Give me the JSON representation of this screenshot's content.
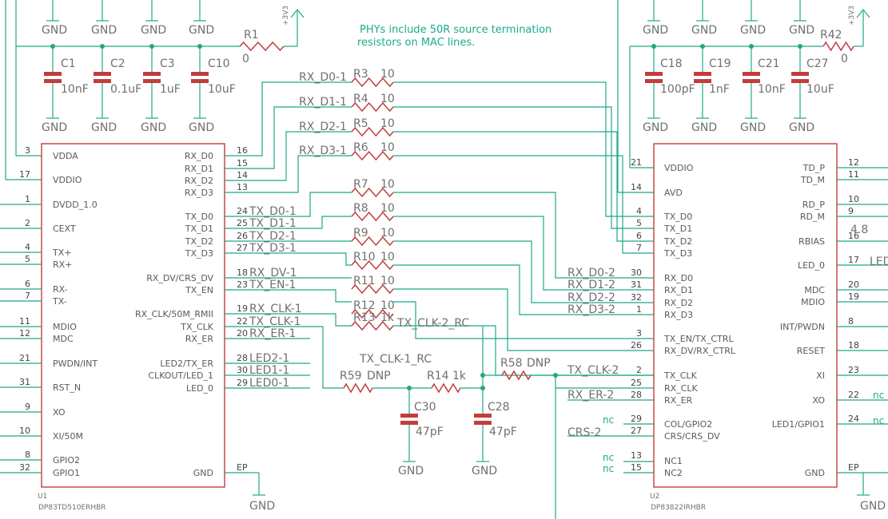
{
  "note": {
    "line1": "PHYs include 50R source termination",
    "line2": "resistors on MAC lines."
  },
  "gnd": "GND",
  "supply": "+3V3",
  "nc": "nc",
  "u1": {
    "ref": "U1",
    "part": "DP83TD510ERHBR",
    "left_pins": [
      {
        "num": "3",
        "name": "VDDA"
      },
      {
        "num": "17",
        "name": "VDDIO"
      },
      {
        "num": "1",
        "name": "DVDD_1.0"
      },
      {
        "num": "2",
        "name": "CEXT"
      },
      {
        "num": "4",
        "name": "TX+"
      },
      {
        "num": "5",
        "name": "RX+"
      },
      {
        "num": "6",
        "name": "RX-"
      },
      {
        "num": "7",
        "name": "TX-"
      },
      {
        "num": "11",
        "name": "MDIO"
      },
      {
        "num": "12",
        "name": "MDC"
      },
      {
        "num": "21",
        "name": "PWDN/INT"
      },
      {
        "num": "31",
        "name": "RST_N"
      },
      {
        "num": "9",
        "name": "XO"
      },
      {
        "num": "10",
        "name": "XI/50M"
      },
      {
        "num": "8",
        "name": "GPIO2"
      },
      {
        "num": "32",
        "name": "GPIO1"
      }
    ],
    "right_pins": [
      {
        "num": "16",
        "name": "RX_D0"
      },
      {
        "num": "15",
        "name": "RX_D1"
      },
      {
        "num": "14",
        "name": "RX_D2"
      },
      {
        "num": "13",
        "name": "RX_D3"
      },
      {
        "num": "24",
        "name": "TX_D0"
      },
      {
        "num": "25",
        "name": "TX_D1"
      },
      {
        "num": "26",
        "name": "TX_D2"
      },
      {
        "num": "27",
        "name": "TX_D3"
      },
      {
        "num": "18",
        "name": "RX_DV/CRS_DV"
      },
      {
        "num": "23",
        "name": "TX_EN"
      },
      {
        "num": "19",
        "name": "RX_CLK/50M_RMII"
      },
      {
        "num": "22",
        "name": "TX_CLK"
      },
      {
        "num": "20",
        "name": "RX_ER"
      },
      {
        "num": "28",
        "name": "LED2/TX_ER"
      },
      {
        "num": "30",
        "name": "CLKOUT/LED_1"
      },
      {
        "num": "29",
        "name": "LED_0"
      },
      {
        "num": "EP",
        "name": "GND"
      }
    ]
  },
  "u2": {
    "ref": "U2",
    "part": "DP83822IRHBR",
    "left_pins": [
      {
        "num": "21",
        "name": "VDDIO"
      },
      {
        "num": "14",
        "name": "AVD"
      },
      {
        "num": "4",
        "name": "TX_D0"
      },
      {
        "num": "5",
        "name": "TX_D1"
      },
      {
        "num": "6",
        "name": "TX_D2"
      },
      {
        "num": "7",
        "name": "TX_D3"
      },
      {
        "num": "30",
        "name": "RX_D0"
      },
      {
        "num": "31",
        "name": "RX_D1"
      },
      {
        "num": "32",
        "name": "RX_D2"
      },
      {
        "num": "1",
        "name": "RX_D3"
      },
      {
        "num": "3",
        "name": "TX_EN/TX_CTRL"
      },
      {
        "num": "26",
        "name": "RX_DV/RX_CTRL"
      },
      {
        "num": "2",
        "name": "TX_CLK"
      },
      {
        "num": "25",
        "name": "RX_CLK"
      },
      {
        "num": "28",
        "name": "RX_ER"
      },
      {
        "num": "29",
        "name": "COL/GPIO2"
      },
      {
        "num": "27",
        "name": "CRS/CRS_DV"
      },
      {
        "num": "13",
        "name": "NC1"
      },
      {
        "num": "15",
        "name": "NC2"
      }
    ],
    "right_pins": [
      {
        "num": "12",
        "name": "TD_P"
      },
      {
        "num": "11",
        "name": "TD_M"
      },
      {
        "num": "10",
        "name": "RD_P"
      },
      {
        "num": "9",
        "name": "RD_M"
      },
      {
        "num": "16",
        "name": "RBIAS"
      },
      {
        "num": "17",
        "name": "LED_0"
      },
      {
        "num": "20",
        "name": "MDC"
      },
      {
        "num": "19",
        "name": "MDIO"
      },
      {
        "num": "8",
        "name": "INT/PWDN"
      },
      {
        "num": "18",
        "name": "RESET"
      },
      {
        "num": "23",
        "name": "XI"
      },
      {
        "num": "22",
        "name": "XO"
      },
      {
        "num": "24",
        "name": "LED1/GPIO1"
      },
      {
        "num": "EP",
        "name": "GND"
      }
    ]
  },
  "caps_left": [
    {
      "ref": "C1",
      "value": "10nF"
    },
    {
      "ref": "C2",
      "value": "0.1uF"
    },
    {
      "ref": "C3",
      "value": "1uF"
    },
    {
      "ref": "C10",
      "value": "10uF"
    }
  ],
  "caps_right": [
    {
      "ref": "C18",
      "value": "100pF"
    },
    {
      "ref": "C19",
      "value": "1nF"
    },
    {
      "ref": "C21",
      "value": "10nF"
    },
    {
      "ref": "C27",
      "value": "10uF"
    }
  ],
  "r1": {
    "ref": "R1",
    "value": "0"
  },
  "r42": {
    "ref": "R42",
    "value": "0"
  },
  "series_res": [
    {
      "ref": "R3",
      "value": "10",
      "net": "RX_D0-1"
    },
    {
      "ref": "R4",
      "value": "10",
      "net": "RX_D1-1"
    },
    {
      "ref": "R5",
      "value": "10",
      "net": "RX_D2-1"
    },
    {
      "ref": "R6",
      "value": "10",
      "net": "RX_D3-1"
    },
    {
      "ref": "R7",
      "value": "10",
      "net": "TX_D0-1"
    },
    {
      "ref": "R8",
      "value": "10",
      "net": "TX_D1-1"
    },
    {
      "ref": "R9",
      "value": "10",
      "net": "TX_D2-1"
    },
    {
      "ref": "R10",
      "value": "10",
      "net": "TX_D3-1"
    },
    {
      "ref": "R11",
      "value": "10",
      "net": "RX_DV-1"
    },
    {
      "ref": "R12",
      "value": "10",
      "net": "TX_EN-1"
    },
    {
      "ref": "R13",
      "value": "1k",
      "net": "RX_CLK-1"
    }
  ],
  "nets": {
    "tx_clk_1": "TX_CLK-1",
    "rx_er_1": "RX_ER-1",
    "led2_1": "LED2-1",
    "led1_1": "LED1-1",
    "led0_1": "LED0-1",
    "tx_clk_2_rc": "TX_CLK-2_RC",
    "tx_clk_1_rc": "TX_CLK-1_RC",
    "rx_d0_2": "RX_D0-2",
    "rx_d1_2": "RX_D1-2",
    "rx_d2_2": "RX_D2-2",
    "rx_d3_2": "RX_D3-2",
    "tx_clk_2": "TX_CLK-2",
    "rx_er_2": "RX_ER-2",
    "crs_2": "CRS-2"
  },
  "r59": {
    "ref": "R59",
    "value": "DNP"
  },
  "r14": {
    "ref": "R14",
    "value": "1k"
  },
  "r58": {
    "ref": "R58",
    "value": "DNP"
  },
  "c30": {
    "ref": "C30",
    "value": "47pF"
  },
  "c28": {
    "ref": "C28",
    "value": "47pF"
  },
  "rbias_value": "4.8",
  "led_cut": "LED"
}
